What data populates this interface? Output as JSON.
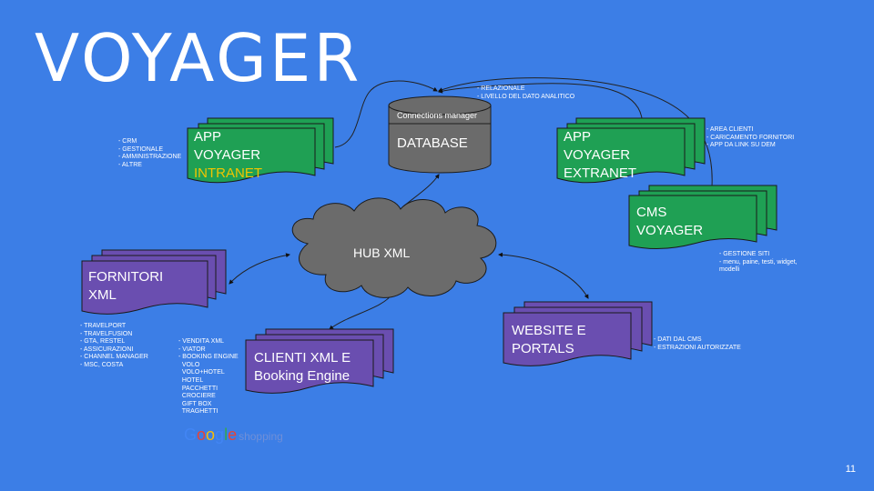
{
  "title": "VOYAGER",
  "page_number": "11",
  "nodes": {
    "database": {
      "header": "Connections manager",
      "label": "DATABASE"
    },
    "intranet": {
      "line1": "APP",
      "line2": "VOYAGER",
      "line3": "INTRANET"
    },
    "extranet": {
      "line1": "APP",
      "line2": "VOYAGER",
      "line3": "EXTRANET"
    },
    "cms": {
      "line1": "CMS",
      "line2": "VOYAGER"
    },
    "hub": {
      "label": "HUB XML"
    },
    "fornitori": {
      "line1": "FORNITORI",
      "line2": "XML"
    },
    "clienti": {
      "line1": "CLIENTI XML E",
      "line2": "Booking Engine"
    },
    "website": {
      "line1": "WEBSITE E",
      "line2": "PORTALS"
    }
  },
  "notes": {
    "database": "- RELAZIONALE\n- LIVELLO DEL DATO ANALITICO",
    "intranet": "- CRM\n- GESTIONALE\n- AMMINISTRAZIONE\n- ALTRE",
    "extranet": "- AREA CLIENTI\n- CARICAMENTO FORNITORI\n- APP DA LINK SU DEM",
    "cms": "- GESTIONE SITI\n- menu, paine, testi, widget,\nmodelli",
    "fornitori": "- TRAVELPORT\n- TRAVELFUSION\n- GTA, RESTEL\n- ASSICURAZIONI\n- CHANNEL MANAGER\n- MSC, COSTA",
    "clienti": "- VENDITA XML\n- VIATOR\n- BOOKING ENGINE\n  VOLO\n  VOLO+HOTEL\n  HOTEL\n  PACCHETTI\n  CROCIERE\n  GIFT BOX\n  TRAGHETTI",
    "website": "- DATI DAL CMS\n- ESTRAZIONI AUTORIZZATE"
  },
  "logo": {
    "google": "Google",
    "shopping": "shopping"
  },
  "colors": {
    "background": "#3c7ee6",
    "green": "#1fa054",
    "purple": "#6a4eb0",
    "gray": "#6b6b6b",
    "intranet_highlight": "#f2c500"
  }
}
